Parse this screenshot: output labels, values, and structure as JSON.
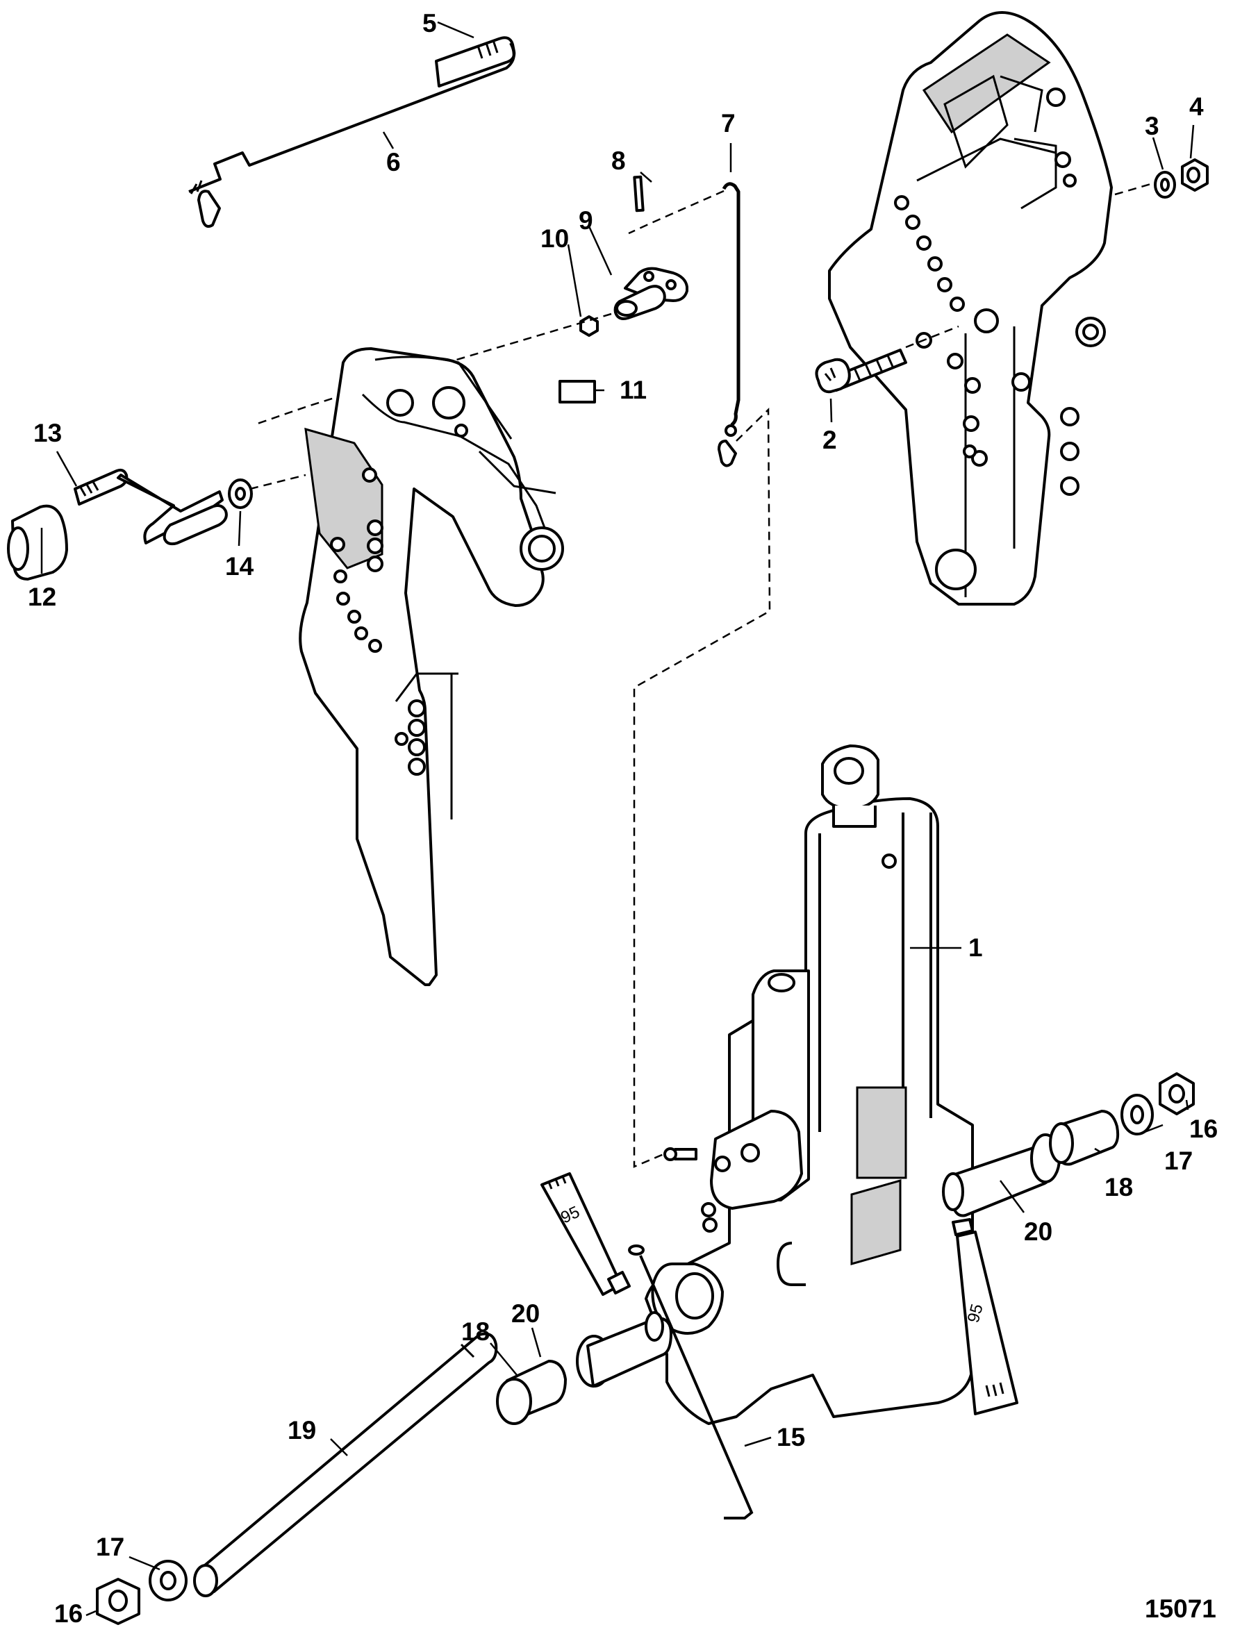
{
  "figure_number": "15071",
  "callouts": [
    {
      "key": "c5",
      "text": "5"
    },
    {
      "key": "c6",
      "text": "6"
    },
    {
      "key": "c7",
      "text": "7"
    },
    {
      "key": "c8",
      "text": "8"
    },
    {
      "key": "c9",
      "text": "9"
    },
    {
      "key": "c10",
      "text": "10"
    },
    {
      "key": "c11",
      "text": "11"
    },
    {
      "key": "c3",
      "text": "3"
    },
    {
      "key": "c4",
      "text": "4"
    },
    {
      "key": "c2",
      "text": "2"
    },
    {
      "key": "c13",
      "text": "13"
    },
    {
      "key": "c12",
      "text": "12"
    },
    {
      "key": "c14",
      "text": "14"
    },
    {
      "key": "c1",
      "text": "1"
    },
    {
      "key": "c16a",
      "text": "16"
    },
    {
      "key": "c17a",
      "text": "17"
    },
    {
      "key": "c18a",
      "text": "18"
    },
    {
      "key": "c20a",
      "text": "20"
    },
    {
      "key": "c20b",
      "text": "20"
    },
    {
      "key": "c18b",
      "text": "18"
    },
    {
      "key": "c19",
      "text": "19"
    },
    {
      "key": "c15",
      "text": "15"
    },
    {
      "key": "c17b",
      "text": "17"
    },
    {
      "key": "c16b",
      "text": "16"
    }
  ],
  "tube_labels": [
    "95",
    "95"
  ]
}
